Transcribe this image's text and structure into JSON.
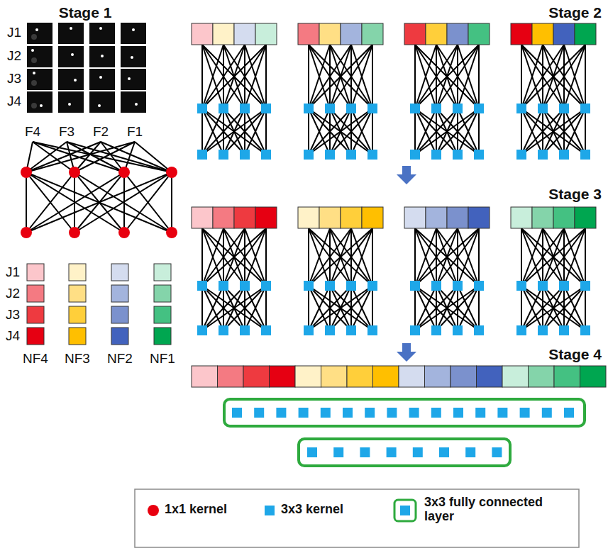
{
  "diagram": {
    "labels": [
      "Stage 1",
      "J1",
      "J2",
      "J3",
      "J4",
      "F4",
      "F3",
      "F2",
      "F1",
      "Stage 2",
      "Stage 3",
      "Stage 4",
      "J1",
      "J2",
      "J3",
      "J4",
      "NF4",
      "NF3",
      "NF2",
      "NF1"
    ],
    "legend": [
      {
        "text": "1x1 kernel",
        "color": "#e8000f"
      },
      {
        "text": "3x3 kernel",
        "color": "#1ea7e8"
      },
      {
        "text": "3x3 fully connected layer"
      }
    ]
  }
}
